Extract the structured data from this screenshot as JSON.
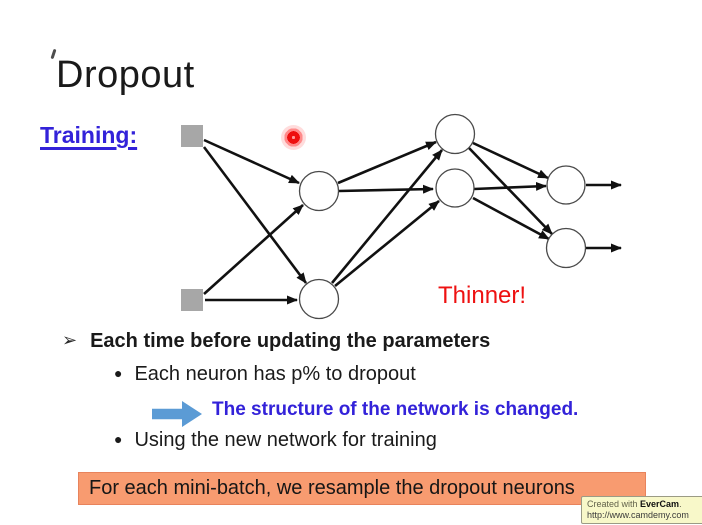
{
  "slide": {
    "title": "Dropout",
    "training_label": "Training:",
    "thinner_label": "Thinner!",
    "glyph_arrow": "➢",
    "glyph_dot": "●",
    "bullet1": "Each time before updating the parameters",
    "sub_bullet1": "Each neuron has p% to dropout",
    "arrow_note": "The structure of the network is changed.",
    "sub_bullet2": "Using the new network for training",
    "highlight_text": "For each mini-batch, we resample the dropout neurons"
  },
  "watermark": {
    "prefix": "Created with ",
    "brand": "EverCam",
    "suffix": ".",
    "url": "http://www.camdemy.com"
  },
  "network": {
    "description": "feed-forward network drawn thinner after dropout",
    "input_nodes": 2,
    "hidden_layer1_nodes": 2,
    "hidden_layer2_nodes": 2,
    "output_nodes": 2,
    "output_arrows": 2
  },
  "colors": {
    "ink": "#1a1a1a",
    "blue": "#3322d9",
    "red": "#ee1111",
    "accent-arrow": "#5b9bd5",
    "highlight-bg": "#f89b70",
    "highlight-border": "#e8835c",
    "wm-bg": "#f8f8c9",
    "wm-border": "#9b9b85",
    "wm-text": "#62624a",
    "node-fill": "#ffffff",
    "node-stroke": "#4a4a4a",
    "square-fill": "#a7a7a7",
    "line": "#111111"
  }
}
